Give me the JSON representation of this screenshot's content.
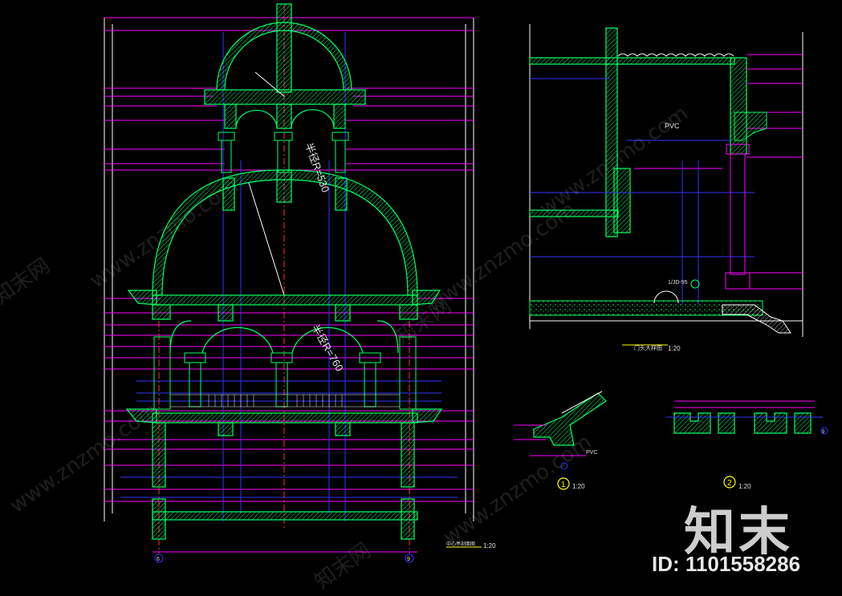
{
  "drawing": {
    "labels": {
      "radius_upper": "半径R=530",
      "radius_lower": "半径R=760",
      "pvc_wall": "PVC",
      "pvc_detail": "PVC",
      "section_title": "中心亭剖面图",
      "section_scale": "1:20",
      "door_title": "门头大样图",
      "door_scale": "1:20",
      "detail1_num": "1",
      "detail1_scale": "1:20",
      "detail2_num": "2",
      "detail2_scale": "1:20",
      "detail_ref": "1/JD-95",
      "axis_left": "6",
      "axis_right": "9",
      "axis_detail2": "9"
    },
    "colors": {
      "background": "#000000",
      "structure": "#00ff66",
      "dimension": "#ff00ff",
      "axis": "#ff3333",
      "grid_blue": "#3333ff",
      "outline": "#ffffff",
      "yellow": "#ffff00"
    }
  },
  "watermark": {
    "logo": "知末",
    "id": "ID: 1101558286",
    "repeated": [
      "www.znzmo.com",
      "知末网"
    ]
  }
}
